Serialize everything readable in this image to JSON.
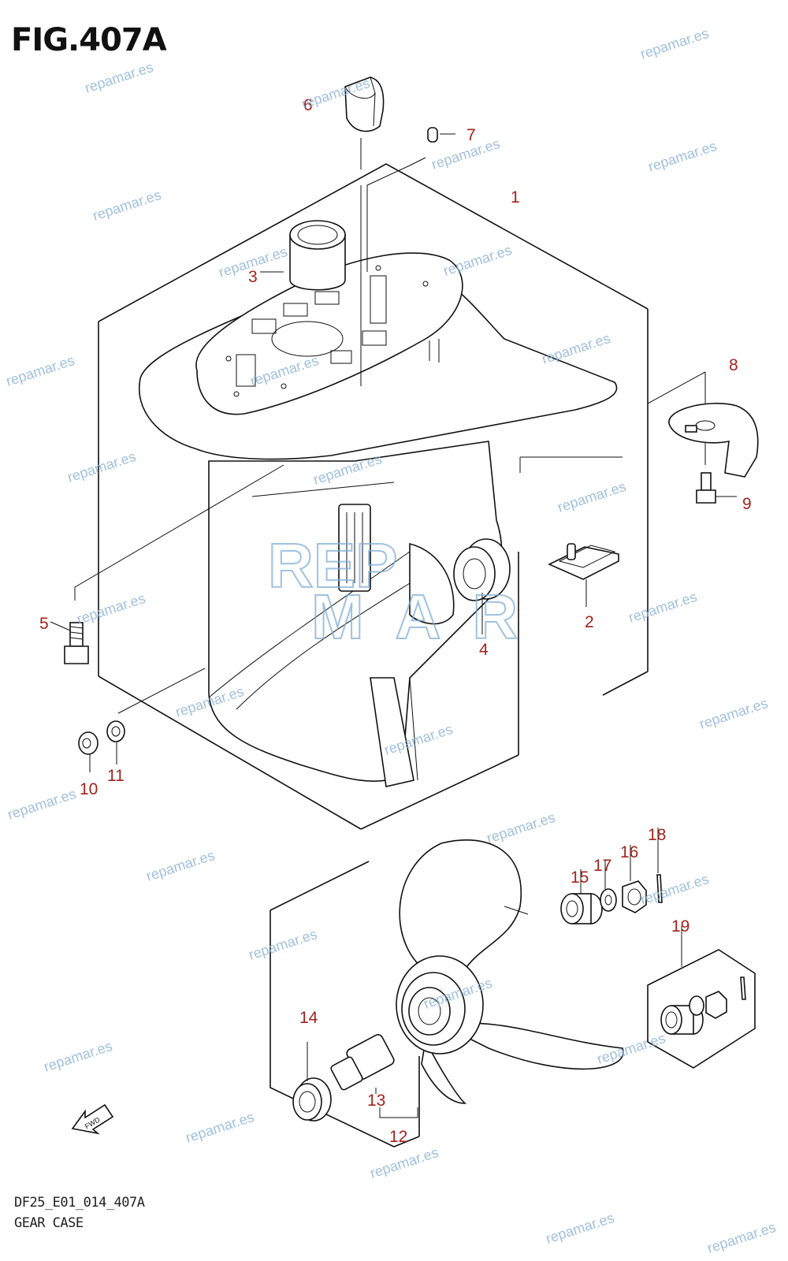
{
  "figure": {
    "title": "FIG.407A",
    "footer_code": "DF25_E01_014_407A",
    "footer_name": "GEAR CASE"
  },
  "watermark": {
    "text": "repamar.es",
    "logo_top": "REP",
    "logo_bottom": "MAR"
  },
  "arrow_label": "FWD",
  "callouts": [
    "1",
    "2",
    "3",
    "4",
    "5",
    "6",
    "7",
    "8",
    "9",
    "10",
    "11",
    "12",
    "13",
    "14",
    "15",
    "16",
    "17",
    "18",
    "19"
  ],
  "colors": {
    "callout": "#a3231d",
    "watermark": "#8fb6d8",
    "line": "#111111"
  }
}
